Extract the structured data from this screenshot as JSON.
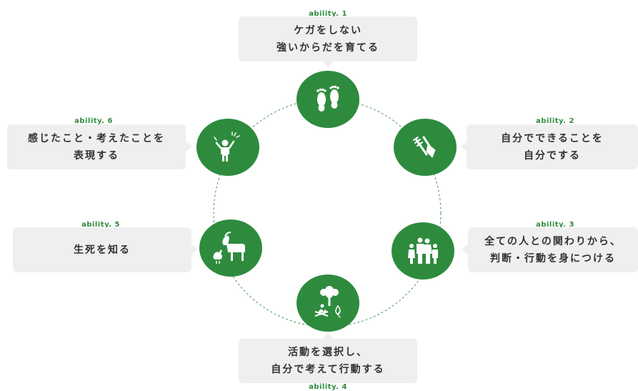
{
  "theme": {
    "green": "#2e8b3e",
    "card_bg": "#efefef",
    "ring_color": "#4a9a5a"
  },
  "abilities": [
    {
      "id": "ability-1",
      "label": "ability. 1",
      "text": "ケガをしない\n強いからだを育てる",
      "icon": "footprints-icon"
    },
    {
      "id": "ability-2",
      "label": "ability. 2",
      "text": "自分でできることを\n自分でする",
      "icon": "garden-tools-icon"
    },
    {
      "id": "ability-3",
      "label": "ability. 3",
      "text": "全ての人との関わりから、\n判断・行動を身につける",
      "icon": "family-icon"
    },
    {
      "id": "ability-4",
      "label": "ability. 4",
      "text": "活動を選択し、\n自分で考えて行動する",
      "icon": "tree-campfire-icon"
    },
    {
      "id": "ability-5",
      "label": "ability. 5",
      "text": "生死を知る",
      "icon": "goat-chicken-icon"
    },
    {
      "id": "ability-6",
      "label": "ability. 6",
      "text": "感じたこと・考えたことを\n表現する",
      "icon": "child-expression-icon"
    }
  ]
}
